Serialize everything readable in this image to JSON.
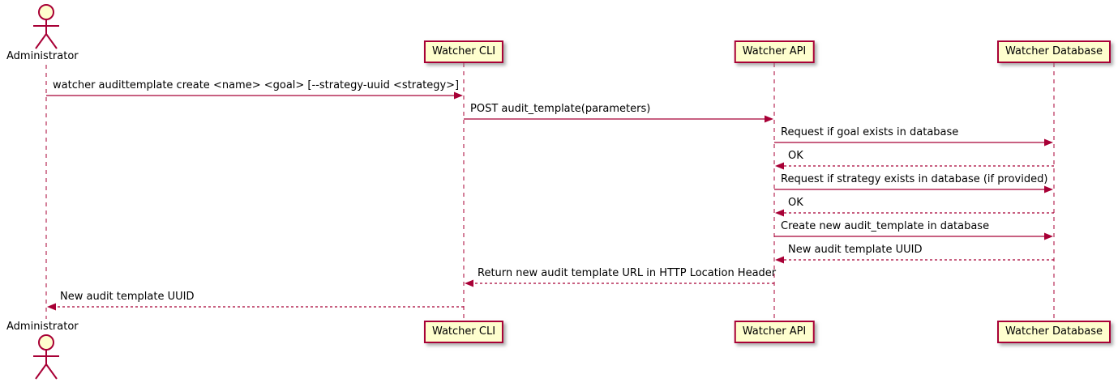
{
  "diagram": {
    "type": "sequence",
    "colors": {
      "line": "#A80036",
      "box_fill": "#FEFECE",
      "box_border": "#A80036",
      "text": "#000000",
      "background": "#FFFFFF"
    },
    "participants": [
      {
        "label": "Administrator",
        "type": "actor"
      },
      {
        "label": "Watcher CLI",
        "type": "box"
      },
      {
        "label": "Watcher API",
        "type": "box"
      },
      {
        "label": "Watcher Database",
        "type": "box"
      }
    ],
    "messages": [
      {
        "from": "Administrator",
        "to": "Watcher CLI",
        "text": "watcher audittemplate create <name> <goal> [--strategy-uuid <strategy>]",
        "line": "solid"
      },
      {
        "from": "Watcher CLI",
        "to": "Watcher API",
        "text": "POST audit_template(parameters)",
        "line": "solid"
      },
      {
        "from": "Watcher API",
        "to": "Watcher Database",
        "text": "Request if goal exists in database",
        "line": "solid"
      },
      {
        "from": "Watcher Database",
        "to": "Watcher API",
        "text": "OK",
        "line": "dashed"
      },
      {
        "from": "Watcher API",
        "to": "Watcher Database",
        "text": "Request if strategy exists in database (if provided)",
        "line": "solid"
      },
      {
        "from": "Watcher Database",
        "to": "Watcher API",
        "text": "OK",
        "line": "dashed"
      },
      {
        "from": "Watcher API",
        "to": "Watcher Database",
        "text": "Create new audit_template in database",
        "line": "solid"
      },
      {
        "from": "Watcher Database",
        "to": "Watcher API",
        "text": "New audit template UUID",
        "line": "dashed"
      },
      {
        "from": "Watcher API",
        "to": "Watcher CLI",
        "text": "Return new audit template URL in HTTP Location Header",
        "line": "dashed"
      },
      {
        "from": "Watcher CLI",
        "to": "Administrator",
        "text": "New audit template UUID",
        "line": "dashed"
      }
    ]
  }
}
